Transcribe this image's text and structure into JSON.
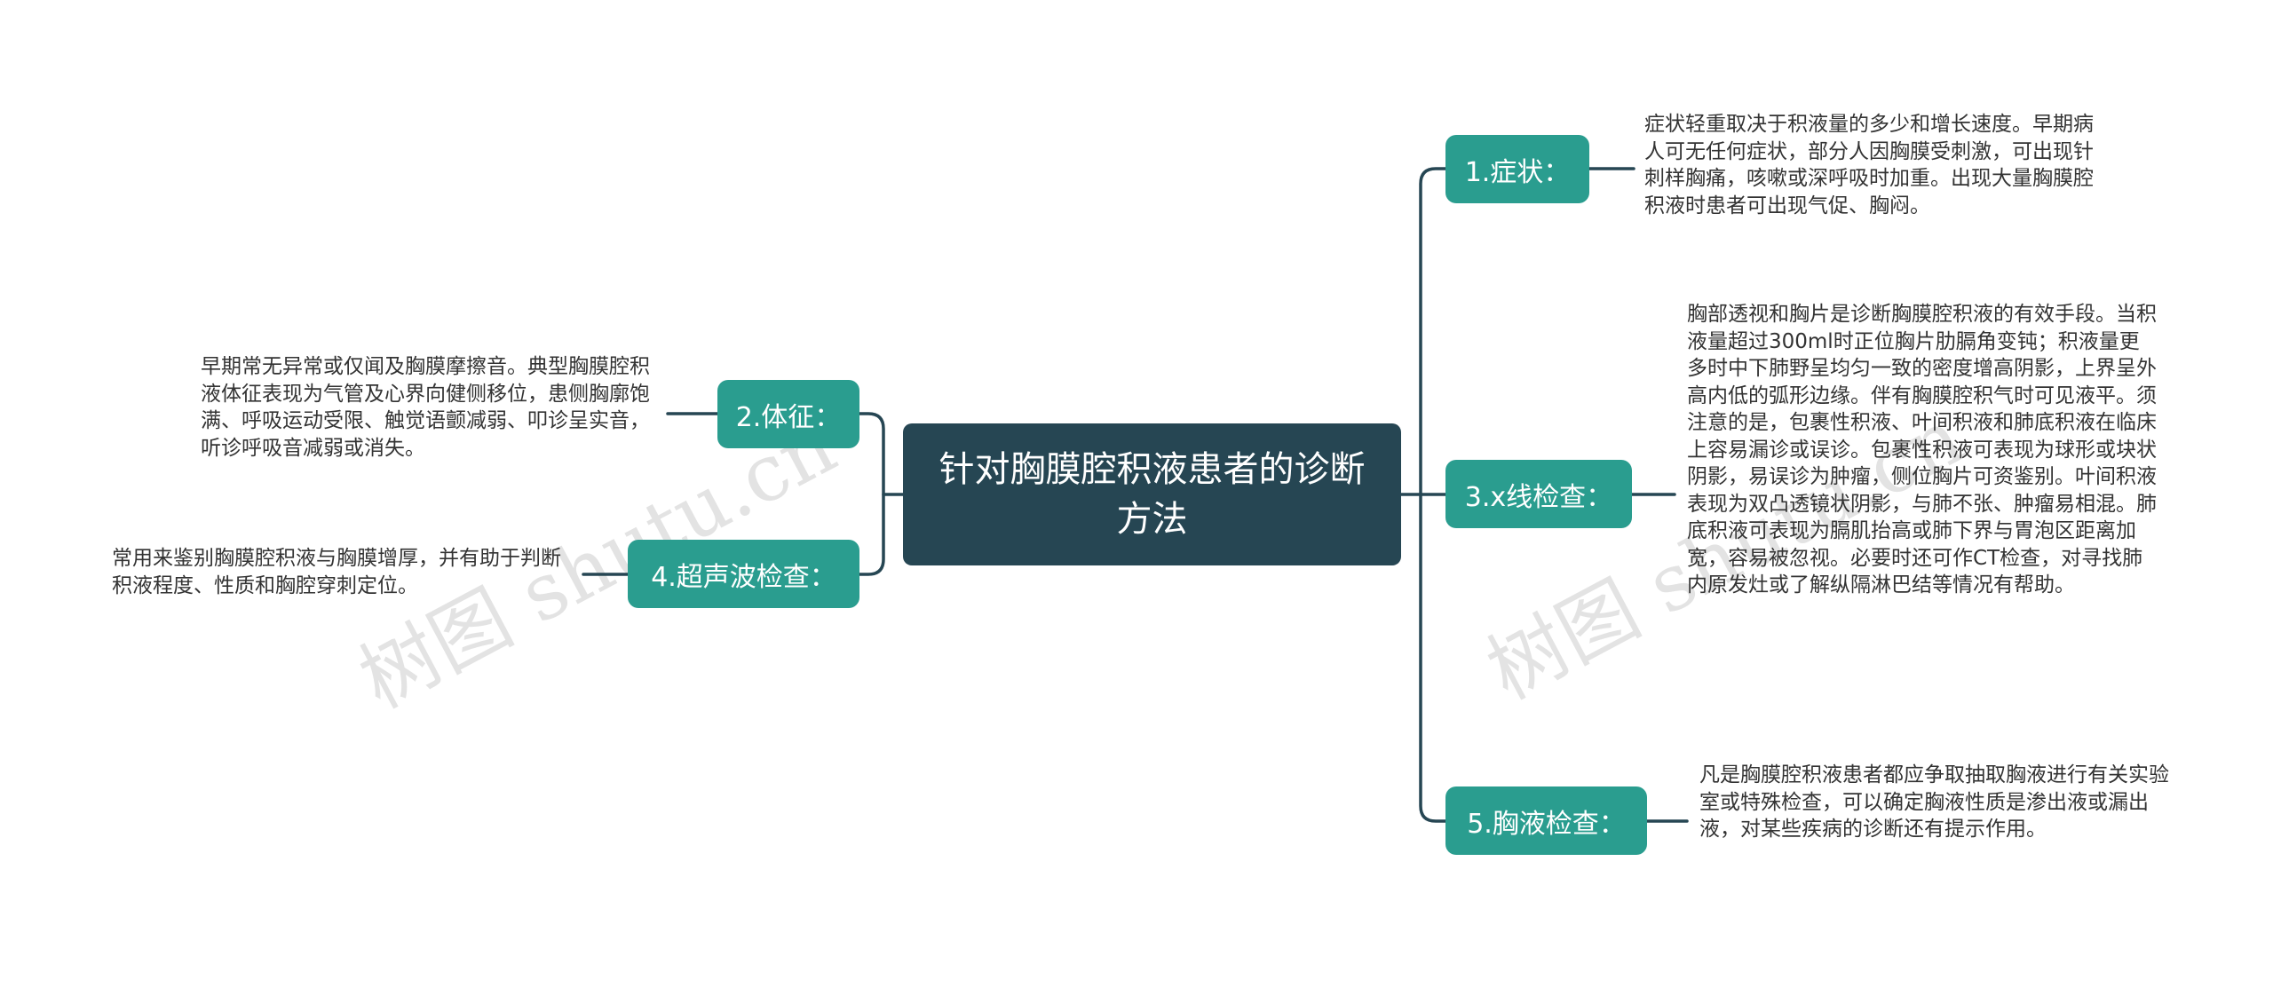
{
  "watermarks": [
    "树图 shutu.cn",
    "树图 shutu.cn"
  ],
  "root": {
    "title": "针对胸膜腔积液患者的诊断方法"
  },
  "branches": {
    "symptoms": {
      "label": "1.症状：",
      "note": "症状轻重取决于积液量的多少和增长速度。早期病人可无任何症状，部分人因胸膜受刺激，可出现针刺样胸痛，咳嗽或深呼吸时加重。出现大量胸膜腔积液时患者可出现气促、胸闷。"
    },
    "signs": {
      "label": "2.体征：",
      "note": "早期常无异常或仅闻及胸膜摩擦音。典型胸膜腔积液体征表现为气管及心界向健侧移位，患侧胸廓饱满、呼吸运动受限、触觉语颤减弱、叩诊呈实音，听诊呼吸音减弱或消失。"
    },
    "xray": {
      "label": "3.x线检查：",
      "note": "胸部透视和胸片是诊断胸膜腔积液的有效手段。当积液量超过300ml时正位胸片肋膈角变钝；积液量更多时中下肺野呈均匀一致的密度增高阴影，上界呈外高内低的弧形边缘。伴有胸膜腔积气时可见液平。须注意的是，包裹性积液、叶间积液和肺底积液在临床上容易漏诊或误诊。包裹性积液可表现为球形或块状阴影，易误诊为肿瘤，侧位胸片可资鉴别。叶间积液表现为双凸透镜状阴影，与肺不张、肿瘤易相混。肺底积液可表现为膈肌抬高或肺下界与胃泡区距离加宽，容易被忽视。必要时还可作CT检查，对寻找肺内原发灶或了解纵隔淋巴结等情况有帮助。"
    },
    "ultrasound": {
      "label": "4.超声波检查：",
      "note": "常用来鉴别胸膜腔积液与胸膜增厚，并有助于判断积液程度、性质和胸腔穿刺定位。"
    },
    "fluid": {
      "label": "5.胸液检查：",
      "note": "凡是胸膜腔积液患者都应争取抽取胸液进行有关实验室或特殊检查，可以确定胸液性质是渗出液或漏出液，对某些疾病的诊断还有提示作用。"
    }
  },
  "colors": {
    "root_fill": "#264653",
    "branch_fill": "#2a9d8f",
    "connector": "#264653",
    "note_text": "#333333",
    "watermark": "#e3e3e3"
  }
}
